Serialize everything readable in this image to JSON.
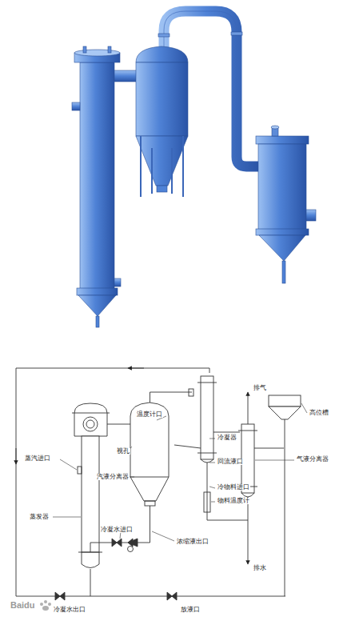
{
  "diagram": {
    "labels": [
      "温度计口",
      "冷凝器",
      "排气",
      "高位槽",
      "蒸汽进口",
      "视孔",
      "回流液口",
      "汽液分离器",
      "冷物料进口",
      "物料温度计",
      "气液分离器",
      "蒸发器",
      "冷凝水进口",
      "浓缩液出口",
      "排水",
      "冷凝水出口",
      "放液口",
      "Baidu"
    ]
  }
}
